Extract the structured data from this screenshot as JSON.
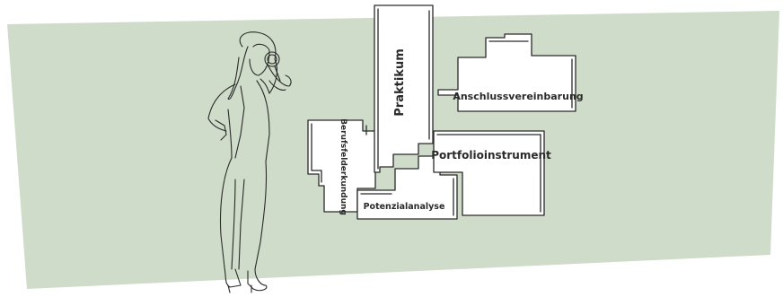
{
  "labels": {
    "praktikum": "Praktikum",
    "anschluss": "Anschlussvereinbarung",
    "berufsfelderkundung": "Berufsfelderkundung",
    "portfolio": "Portfolioinstrument",
    "potenzialanalyse": "Potenzialanalyse"
  },
  "colors": {
    "background_band": "#cfdcc9",
    "ink": "#2a2a2a",
    "block_fill": "#ffffff"
  }
}
